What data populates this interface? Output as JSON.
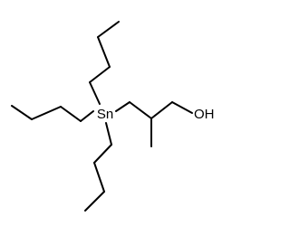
{
  "molecule": {
    "atoms": [
      {
        "id": "sn",
        "label": "Sn"
      },
      {
        "id": "oh",
        "label": "OH"
      }
    ]
  }
}
